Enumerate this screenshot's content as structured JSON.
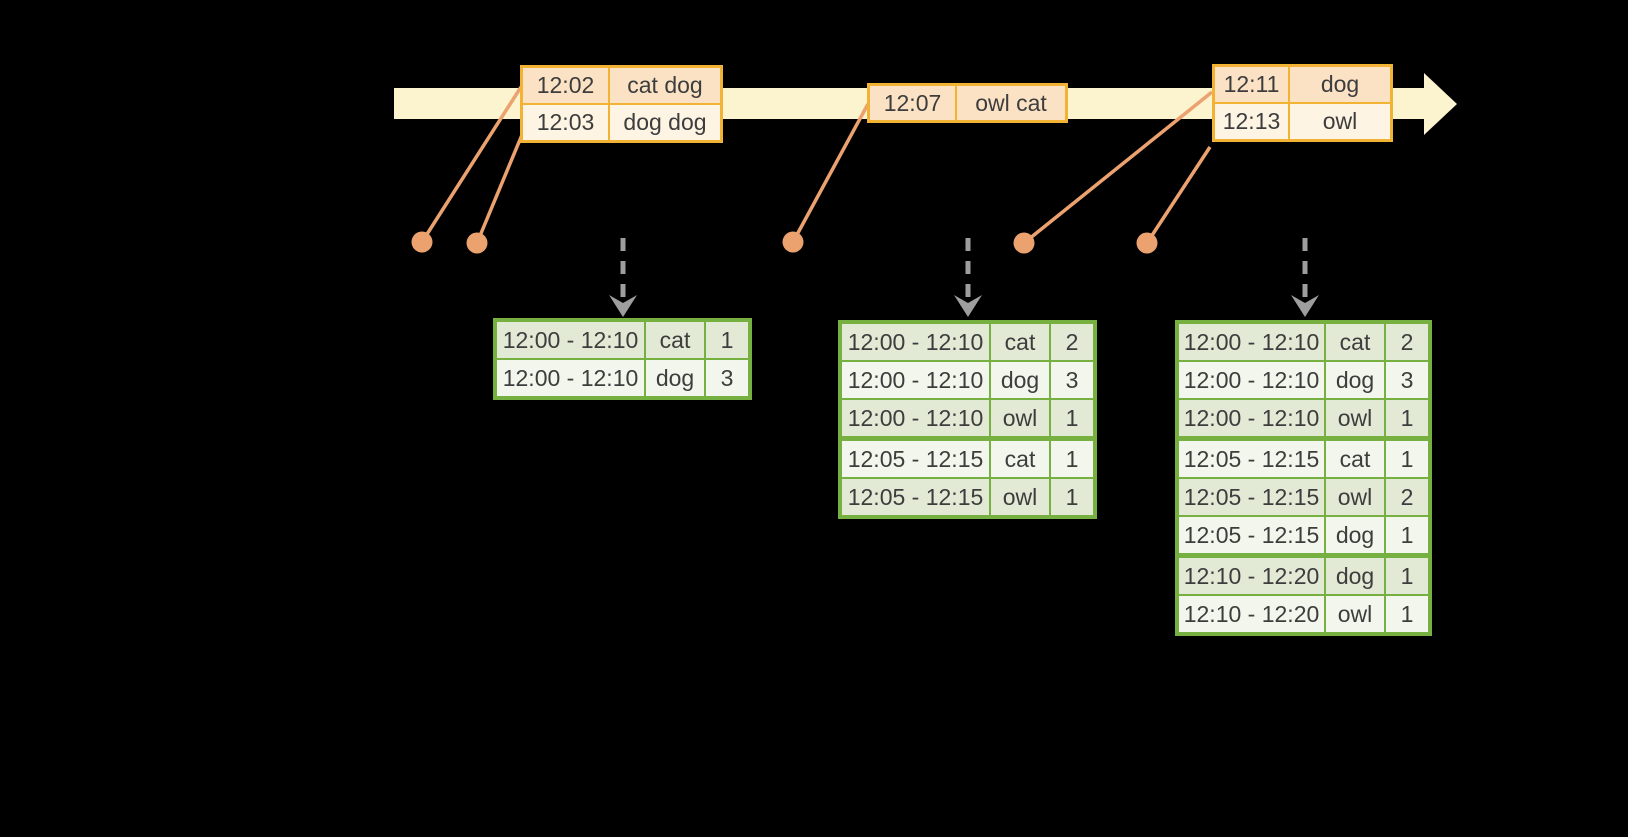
{
  "palette": {
    "background": "#000000",
    "timeline_band": "#fcf3cf",
    "event_table_border": "#f2b234",
    "event_cell_peach": "#fbe2c4",
    "event_cell_cream": "#fdf4e4",
    "connector_salmon": "#eca26f",
    "result_table_border": "#76b041",
    "result_cell_sage": "#e2e9d5",
    "result_cell_pale": "#f3f6ec",
    "trigger_arrow_gray": "#9e9e9e",
    "cell_text": "#3d3d3d"
  },
  "icons": {
    "timeline_arrow": "right-arrow-band",
    "trigger_arrow": "dashed-down-arrow",
    "event_marker": "filled-dot"
  },
  "event_tables": [
    {
      "rows": [
        {
          "time": "12:02",
          "words": "cat dog"
        },
        {
          "time": "12:03",
          "words": "dog dog"
        }
      ]
    },
    {
      "rows": [
        {
          "time": "12:07",
          "words": "owl cat"
        }
      ]
    },
    {
      "rows": [
        {
          "time": "12:11",
          "words": "dog"
        },
        {
          "time": "12:13",
          "words": "owl"
        }
      ]
    }
  ],
  "result_tables": [
    {
      "rows": [
        {
          "window": "12:00 - 12:10",
          "word": "cat",
          "count": "1"
        },
        {
          "window": "12:00 - 12:10",
          "word": "dog",
          "count": "3"
        }
      ]
    },
    {
      "rows": [
        {
          "window": "12:00 - 12:10",
          "word": "cat",
          "count": "2"
        },
        {
          "window": "12:00 - 12:10",
          "word": "dog",
          "count": "3"
        },
        {
          "window": "12:00 - 12:10",
          "word": "owl",
          "count": "1"
        },
        {
          "window": "12:05 - 12:15",
          "word": "cat",
          "count": "1"
        },
        {
          "window": "12:05 - 12:15",
          "word": "owl",
          "count": "1"
        }
      ]
    },
    {
      "rows": [
        {
          "window": "12:00 - 12:10",
          "word": "cat",
          "count": "2"
        },
        {
          "window": "12:00 - 12:10",
          "word": "dog",
          "count": "3"
        },
        {
          "window": "12:00 - 12:10",
          "word": "owl",
          "count": "1"
        },
        {
          "window": "12:05 - 12:15",
          "word": "cat",
          "count": "1"
        },
        {
          "window": "12:05 - 12:15",
          "word": "owl",
          "count": "2"
        },
        {
          "window": "12:05 - 12:15",
          "word": "dog",
          "count": "1"
        },
        {
          "window": "12:10 - 12:20",
          "word": "dog",
          "count": "1"
        },
        {
          "window": "12:10 - 12:20",
          "word": "owl",
          "count": "1"
        }
      ]
    }
  ]
}
